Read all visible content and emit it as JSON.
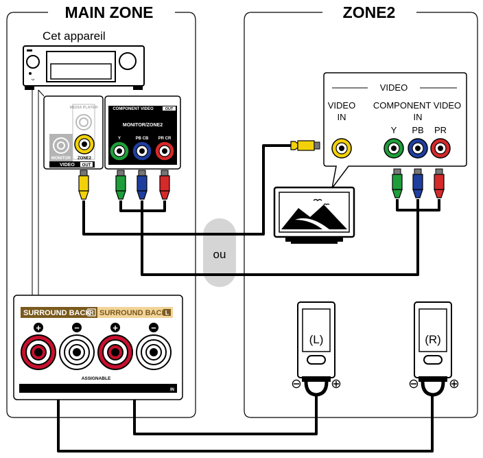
{
  "zones": {
    "main": "MAIN ZONE",
    "zone2": "ZONE2"
  },
  "device": {
    "label": "Cet appareil"
  },
  "rear_panel": {
    "media_player": "MEDIA PLAYER",
    "monitor": "MONITOR",
    "zone2": "ZONE2",
    "video": "VIDEO",
    "out": "OUT",
    "component_video": "COMPONENT VIDEO",
    "monitor_zone2": "MONITOR/ZONE2",
    "y": "Y",
    "pb_cb": "PB CB",
    "pr_cr": "PR CR"
  },
  "speaker_panel": {
    "surround_back_r": "SURROUND BACK",
    "r_box": "R",
    "surround_back_l": "SURROUND BACK",
    "l_box": "L",
    "plus": "+",
    "minus": "−",
    "assignable": "ASSIGNABLE",
    "in_fragment": "IN"
  },
  "or_label": "ou",
  "tv_inputs": {
    "group": "VIDEO",
    "video": "VIDEO",
    "video_in": "IN",
    "component": "COMPONENT VIDEO",
    "component_in": "IN",
    "y": "Y",
    "pb": "PB",
    "pr": "PR"
  },
  "speakers": {
    "left": "(L)",
    "right": "(R)",
    "minus": "⊖",
    "plus": "⊕"
  },
  "colors": {
    "green": "#1e9e3a",
    "blue": "#1f3f9f",
    "red": "#d42a2a",
    "yellow": "#f2d10a",
    "surround_r": "#7a5a1e",
    "surround_l": "#f2d49a",
    "speaker_red": "#c8102e",
    "or_bubble": "#d5d5d5"
  }
}
